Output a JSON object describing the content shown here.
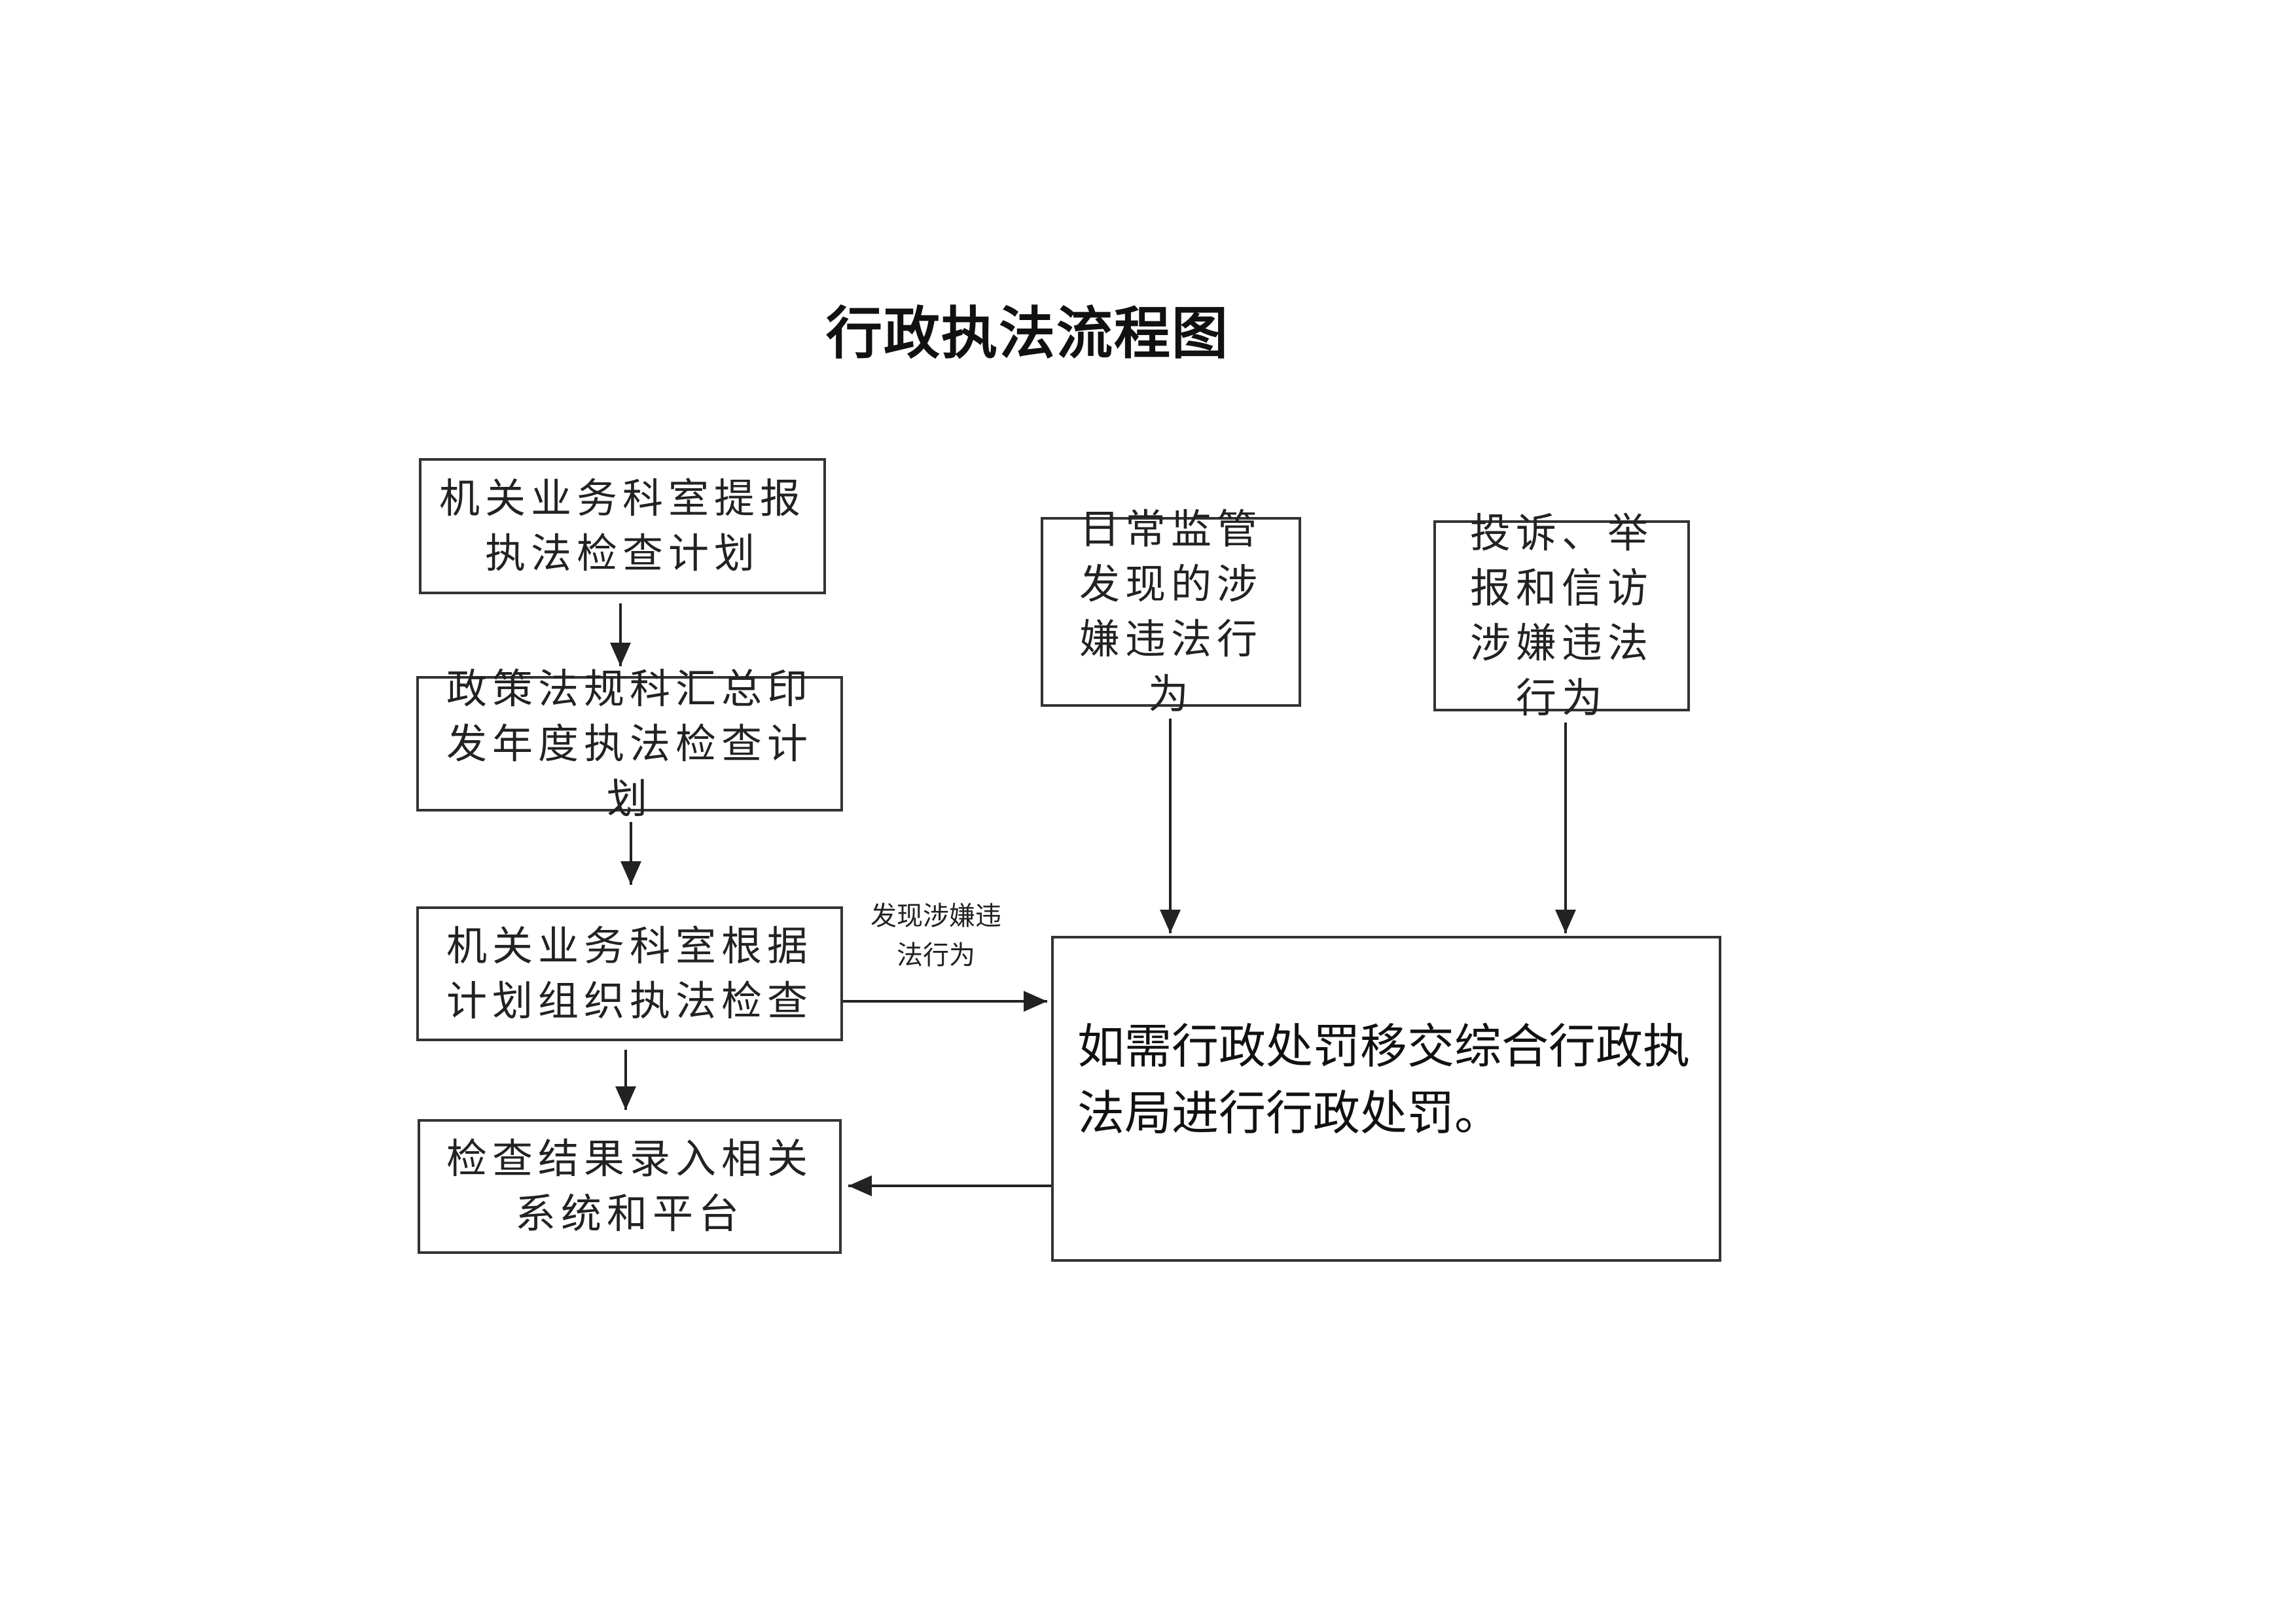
{
  "title": "行政执法流程图",
  "nodes": {
    "plan_submit": "机关业务科室提报执法检查计划",
    "plan_compile": "政策法规科汇总印发年度执法检查计划",
    "inspection": "机关业务科室根据计划组织执法检查",
    "result_entry": "检查结果录入相关系统和平台",
    "daily_supervision": "日常监管发现的涉嫌违法行为",
    "complaints": "投诉、举报和信访涉嫌违法行为",
    "transfer": "如需行政处罚移交综合行政执法局进行行政处罚。"
  },
  "edge_labels": {
    "inspection_to_transfer": "发现涉嫌违法行为"
  },
  "colors": {
    "line": "#222222",
    "border": "#333333"
  }
}
